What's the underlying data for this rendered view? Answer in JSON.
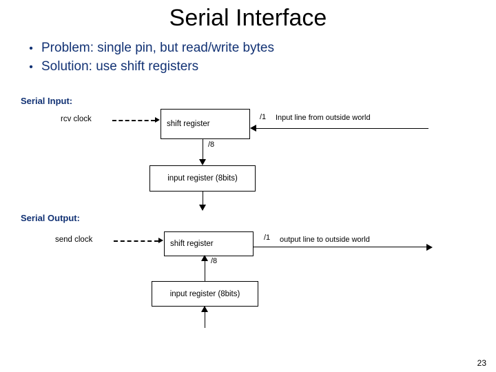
{
  "slide": {
    "title": "Serial Interface",
    "page_number": "23",
    "text_color": "#123274",
    "title_color": "#000000",
    "diagram_color": "#000000",
    "background": "#ffffff"
  },
  "bullets": [
    {
      "marker": "•",
      "text": "Problem: single pin, but read/write bytes"
    },
    {
      "marker": "•",
      "text": "Solution: use shift registers"
    }
  ],
  "sections": {
    "input": {
      "heading": "Serial Input:",
      "clock_label": "rcv clock",
      "shift_register_label": "shift register",
      "register_label": "input register (8bits)",
      "bus_width_label": "/8",
      "line_width_label": "/1",
      "line_description": "Input line from outside world"
    },
    "output": {
      "heading": "Serial Output:",
      "clock_label": "send clock",
      "shift_register_label": "shift register",
      "register_label": "input register (8bits)",
      "bus_width_label": "/8",
      "line_width_label": "/1",
      "line_description": "output line to outside world"
    }
  }
}
